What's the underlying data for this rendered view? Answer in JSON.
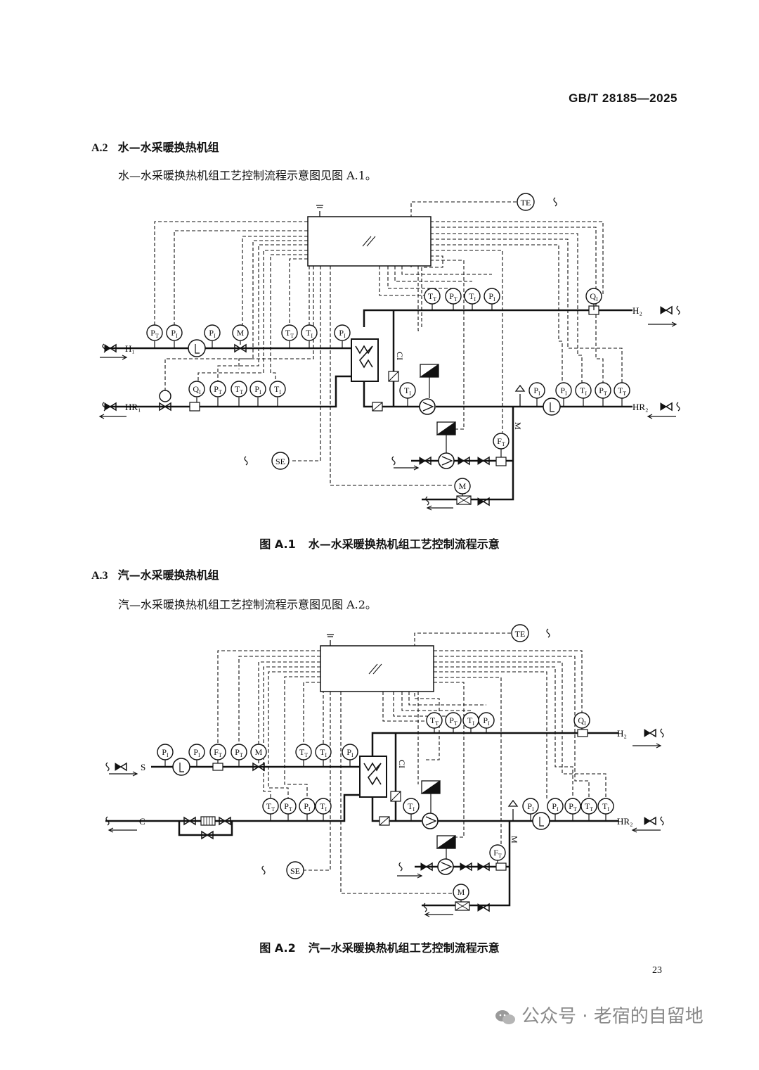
{
  "header": {
    "standard_no": "GB/T 28185—2025"
  },
  "section_a2": {
    "number": "A.2",
    "title": "水—水采暖换热机组",
    "paragraph": "水—水采暖换热机组工艺控制流程示意图见图 A.1。"
  },
  "figure_a1": {
    "caption_number": "图 A.1",
    "caption_title": "水—水采暖换热机组工艺控制流程示意",
    "labels": {
      "supply": "H₁",
      "return": "HR₁",
      "supply2": "H₂",
      "return2": "HR₂",
      "te": "TE",
      "se": "SE",
      "ci": "CI",
      "m": "M"
    }
  },
  "section_a3": {
    "number": "A.3",
    "title": "汽—水采暖换热机组",
    "paragraph": "汽—水采暖换热机组工艺控制流程示意图见图 A.2。"
  },
  "figure_a2": {
    "caption_number": "图 A.2",
    "caption_title": "汽—水采暖换热机组工艺控制流程示意",
    "labels": {
      "steam": "S",
      "condensate": "C",
      "supply2": "H₂",
      "return2": "HR₂",
      "te": "TE",
      "se": "SE",
      "ci": "CI",
      "m": "M"
    }
  },
  "footer": {
    "page_number": "23",
    "watermark": "公众号 · 老宿的自留地"
  }
}
